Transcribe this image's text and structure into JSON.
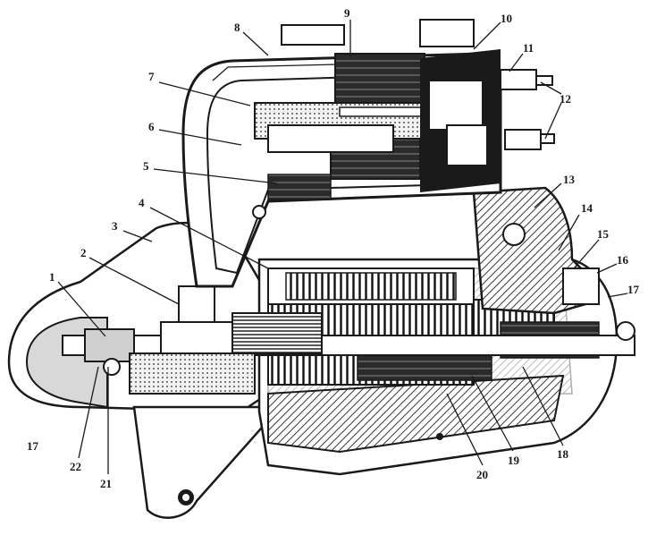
{
  "figure": {
    "callouts": [
      "1",
      "2",
      "3",
      "4",
      "5",
      "6",
      "7",
      "8",
      "9",
      "10",
      "11",
      "12",
      "13",
      "14",
      "15",
      "16",
      "17",
      "17",
      "18",
      "19",
      "20",
      "21",
      "22"
    ],
    "colors": {
      "ink": "#1a1a1a",
      "paper": "#ffffff",
      "hatch": "#3a3a3a",
      "shade": "#8a8a8a"
    }
  }
}
